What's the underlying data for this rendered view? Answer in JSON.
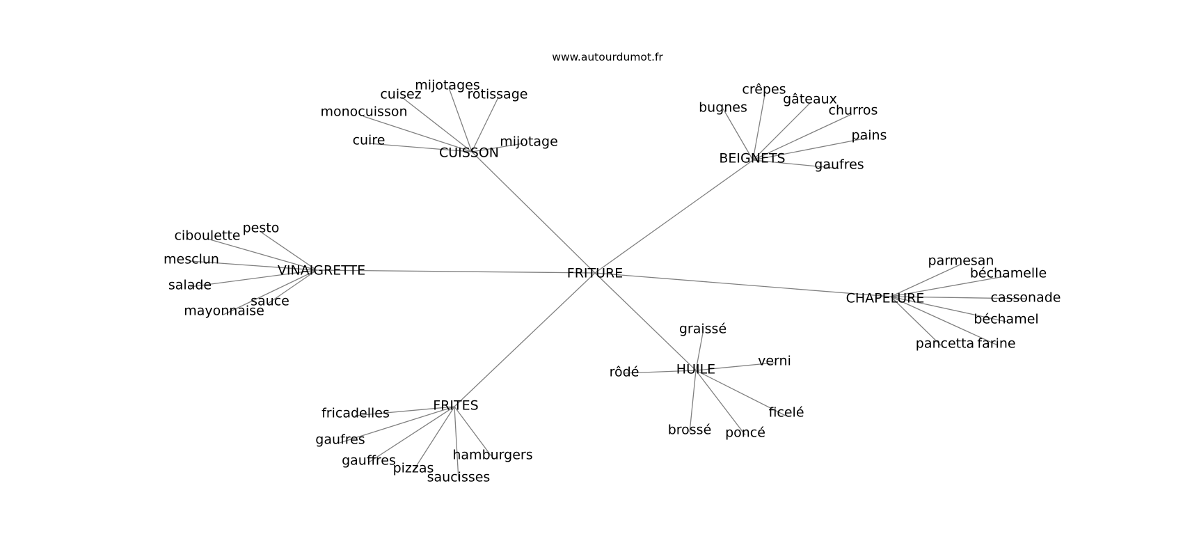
{
  "source": "www.autourdumot.fr",
  "graph": {
    "center": "FRITURE",
    "nodes": [
      {
        "id": "FRITURE",
        "label": "FRITURE"
      },
      {
        "id": "CUISSON",
        "label": "CUISSON"
      },
      {
        "id": "BEIGNETS",
        "label": "BEIGNETS"
      },
      {
        "id": "VINAIGRETTE",
        "label": "VINAIGRETTE"
      },
      {
        "id": "CHAPELURE",
        "label": "CHAPELURE"
      },
      {
        "id": "HUILE",
        "label": "HUILE"
      },
      {
        "id": "FRITES",
        "label": "FRITES"
      },
      {
        "id": "cuisez",
        "label": "cuisez"
      },
      {
        "id": "mijotages",
        "label": "mijotages"
      },
      {
        "id": "rotissage",
        "label": "rotissage"
      },
      {
        "id": "monocuisson",
        "label": "monocuisson"
      },
      {
        "id": "cuire",
        "label": "cuire"
      },
      {
        "id": "mijotage",
        "label": "mijotage"
      },
      {
        "id": "crepes",
        "label": "crêpes"
      },
      {
        "id": "bugnes",
        "label": "bugnes"
      },
      {
        "id": "gateaux",
        "label": "gâteaux"
      },
      {
        "id": "churros",
        "label": "churros"
      },
      {
        "id": "pains",
        "label": "pains"
      },
      {
        "id": "gaufres_b",
        "label": "gaufres"
      },
      {
        "id": "pesto",
        "label": "pesto"
      },
      {
        "id": "ciboulette",
        "label": "ciboulette"
      },
      {
        "id": "mesclun",
        "label": "mesclun"
      },
      {
        "id": "salade",
        "label": "salade"
      },
      {
        "id": "sauce",
        "label": "sauce"
      },
      {
        "id": "mayonnaise",
        "label": "mayonnaise"
      },
      {
        "id": "parmesan",
        "label": "parmesan"
      },
      {
        "id": "bechamelle",
        "label": "béchamelle"
      },
      {
        "id": "cassonade",
        "label": "cassonade"
      },
      {
        "id": "bechamel",
        "label": "béchamel"
      },
      {
        "id": "pancetta",
        "label": "pancetta"
      },
      {
        "id": "farine",
        "label": "farine"
      },
      {
        "id": "graisse",
        "label": "graissé"
      },
      {
        "id": "verni",
        "label": "verni"
      },
      {
        "id": "rode",
        "label": "rôdé"
      },
      {
        "id": "ficele",
        "label": "ficelé"
      },
      {
        "id": "brosse",
        "label": "brossé"
      },
      {
        "id": "ponce",
        "label": "poncé"
      },
      {
        "id": "fricadelles",
        "label": "fricadelles"
      },
      {
        "id": "gaufres_f",
        "label": "gaufres"
      },
      {
        "id": "gauffres",
        "label": "gauffres"
      },
      {
        "id": "pizzas",
        "label": "pizzas"
      },
      {
        "id": "hamburgers",
        "label": "hamburgers"
      },
      {
        "id": "saucisses",
        "label": "saucisses"
      }
    ],
    "edges": [
      [
        "FRITURE",
        "CUISSON"
      ],
      [
        "FRITURE",
        "BEIGNETS"
      ],
      [
        "FRITURE",
        "VINAIGRETTE"
      ],
      [
        "FRITURE",
        "CHAPELURE"
      ],
      [
        "FRITURE",
        "HUILE"
      ],
      [
        "FRITURE",
        "FRITES"
      ],
      [
        "CUISSON",
        "cuisez"
      ],
      [
        "CUISSON",
        "mijotages"
      ],
      [
        "CUISSON",
        "rotissage"
      ],
      [
        "CUISSON",
        "monocuisson"
      ],
      [
        "CUISSON",
        "cuire"
      ],
      [
        "CUISSON",
        "mijotage"
      ],
      [
        "BEIGNETS",
        "crepes"
      ],
      [
        "BEIGNETS",
        "bugnes"
      ],
      [
        "BEIGNETS",
        "gateaux"
      ],
      [
        "BEIGNETS",
        "churros"
      ],
      [
        "BEIGNETS",
        "pains"
      ],
      [
        "BEIGNETS",
        "gaufres_b"
      ],
      [
        "VINAIGRETTE",
        "pesto"
      ],
      [
        "VINAIGRETTE",
        "ciboulette"
      ],
      [
        "VINAIGRETTE",
        "mesclun"
      ],
      [
        "VINAIGRETTE",
        "salade"
      ],
      [
        "VINAIGRETTE",
        "sauce"
      ],
      [
        "VINAIGRETTE",
        "mayonnaise"
      ],
      [
        "CHAPELURE",
        "parmesan"
      ],
      [
        "CHAPELURE",
        "bechamelle"
      ],
      [
        "CHAPELURE",
        "cassonade"
      ],
      [
        "CHAPELURE",
        "bechamel"
      ],
      [
        "CHAPELURE",
        "pancetta"
      ],
      [
        "CHAPELURE",
        "farine"
      ],
      [
        "HUILE",
        "graisse"
      ],
      [
        "HUILE",
        "verni"
      ],
      [
        "HUILE",
        "rode"
      ],
      [
        "HUILE",
        "ficele"
      ],
      [
        "HUILE",
        "brosse"
      ],
      [
        "HUILE",
        "ponce"
      ],
      [
        "FRITES",
        "fricadelles"
      ],
      [
        "FRITES",
        "gaufres_f"
      ],
      [
        "FRITES",
        "gauffres"
      ],
      [
        "FRITES",
        "pizzas"
      ],
      [
        "FRITES",
        "hamburgers"
      ],
      [
        "FRITES",
        "saucisses"
      ]
    ]
  }
}
